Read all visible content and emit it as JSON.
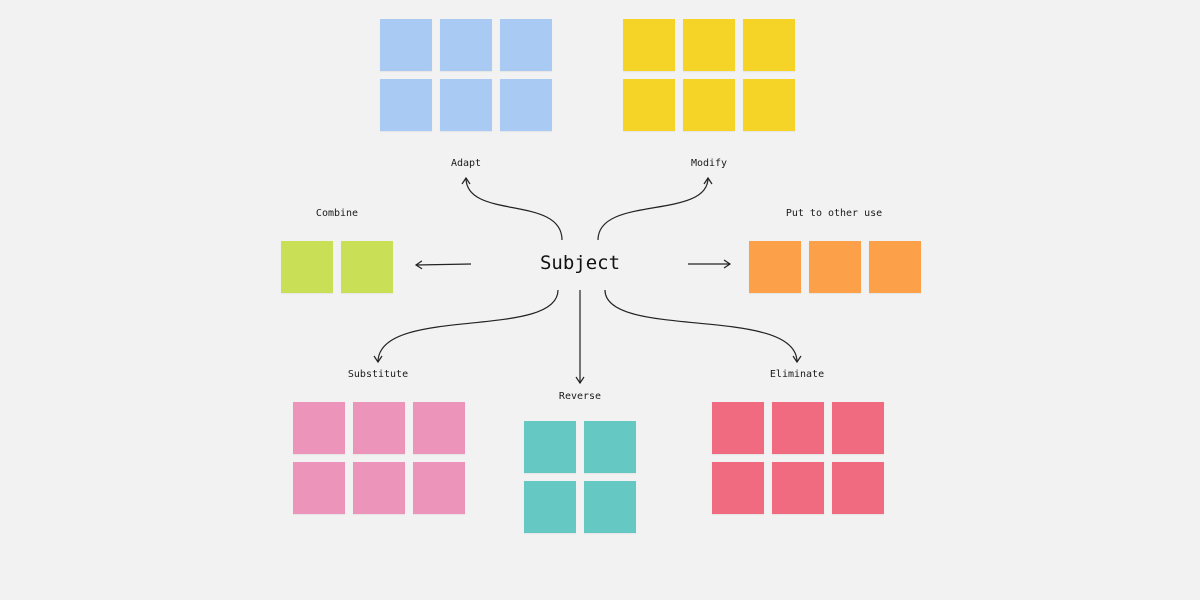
{
  "subject": "Subject",
  "branches": {
    "adapt": {
      "label": "Adapt",
      "color": "#a8caf3"
    },
    "modify": {
      "label": "Modify",
      "color": "#f5d327"
    },
    "combine": {
      "label": "Combine",
      "color": "#c9e056"
    },
    "put_to_use": {
      "label": "Put to other use",
      "color": "#fca04a"
    },
    "substitute": {
      "label": "Substitute",
      "color": "#ec94ba"
    },
    "reverse": {
      "label": "Reverse",
      "color": "#65c8c2"
    },
    "eliminate": {
      "label": "Eliminate",
      "color": "#f06b80"
    }
  }
}
